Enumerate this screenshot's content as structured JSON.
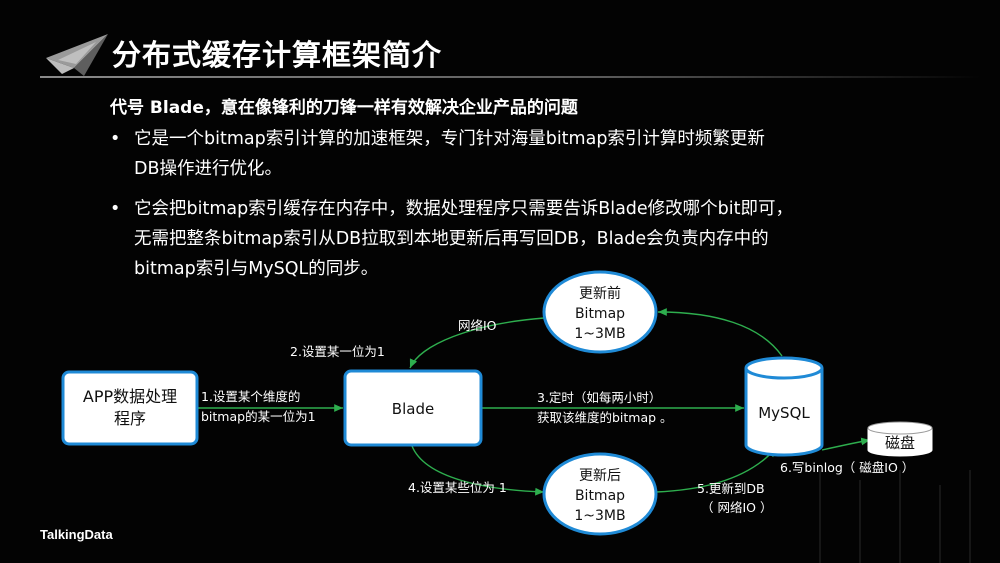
{
  "slide": {
    "title": "分布式缓存计算框架简介",
    "subtitle": "代号 Blade，意在像锋利的刀锋一样有效解决企业产品的问题",
    "bullets": [
      {
        "lines": [
          "它是一个bitmap索引计算的加速框架，专门针对海量bitmap索引计算时频繁更新",
          "DB操作进行优化。"
        ]
      },
      {
        "lines": [
          "它会把bitmap索引缓存在内存中，数据处理程序只需要告诉Blade修改哪个bit即可，",
          "无需把整条bitmap索引从DB拉取到本地更新后再写回DB，Blade会负责内存中的",
          "bitmap索引与MySQL的同步。"
        ]
      }
    ],
    "bullet_char": "•",
    "brand": "TalkingData"
  },
  "diagram": {
    "nodes": {
      "app": [
        "APP数据处理",
        "程序"
      ],
      "blade": "Blade",
      "mysql": "MySQL",
      "disk": "磁盘",
      "before": [
        "更新前",
        "Bitmap",
        "1~3MB"
      ],
      "after": [
        "更新后",
        "Bitmap",
        "1~3MB"
      ]
    },
    "edges": {
      "step1": [
        "1.设置某个维度的",
        "bitmap的某一位为1"
      ],
      "step2": "2.设置某一位为1",
      "step3": [
        "3.定时（如每两小时）",
        "获取该维度的bitmap 。"
      ],
      "step4": "4.设置某些位为 1",
      "step5": [
        "5.更新到DB",
        "（ 网络IO ）"
      ],
      "step6": "6.写binlog（ 磁盘IO ）",
      "net_io": "网络IO"
    }
  },
  "colors": {
    "box_border": "#1f8ad6",
    "arrow": "#2eae4e",
    "text": "#ffffff",
    "background": "#030303"
  }
}
